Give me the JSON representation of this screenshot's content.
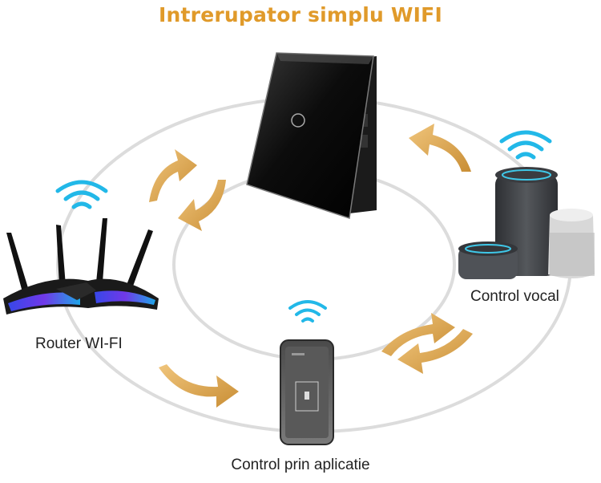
{
  "title": "Intrerupator simplu WIFI",
  "colors": {
    "title": "#E09A2A",
    "arrow": "#D9A550",
    "wifi": "#22B8E8",
    "ellipse": "#DCDCDC"
  },
  "nodes": {
    "router": {
      "label": "Router WI-FI"
    },
    "voice": {
      "label": "Control vocal"
    },
    "app": {
      "label": "Control prin aplicatie"
    },
    "switch": {
      "label": ""
    }
  },
  "icons": [
    "wifi-icon",
    "router-icon",
    "smart-speaker-icon",
    "smartphone-icon",
    "touch-switch-icon",
    "curved-arrow-icon"
  ]
}
